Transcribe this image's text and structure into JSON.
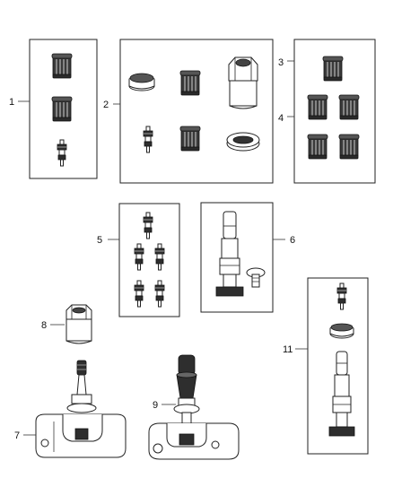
{
  "callouts": {
    "c1": "1",
    "c2": "2",
    "c3": "3",
    "c4": "4",
    "c5": "5",
    "c6": "6",
    "c7": "7",
    "c8": "8",
    "c9": "9",
    "c11": "11"
  },
  "colors": {
    "line": "#222222",
    "cap_fill": "#3a3a3a",
    "background": "#ffffff"
  }
}
